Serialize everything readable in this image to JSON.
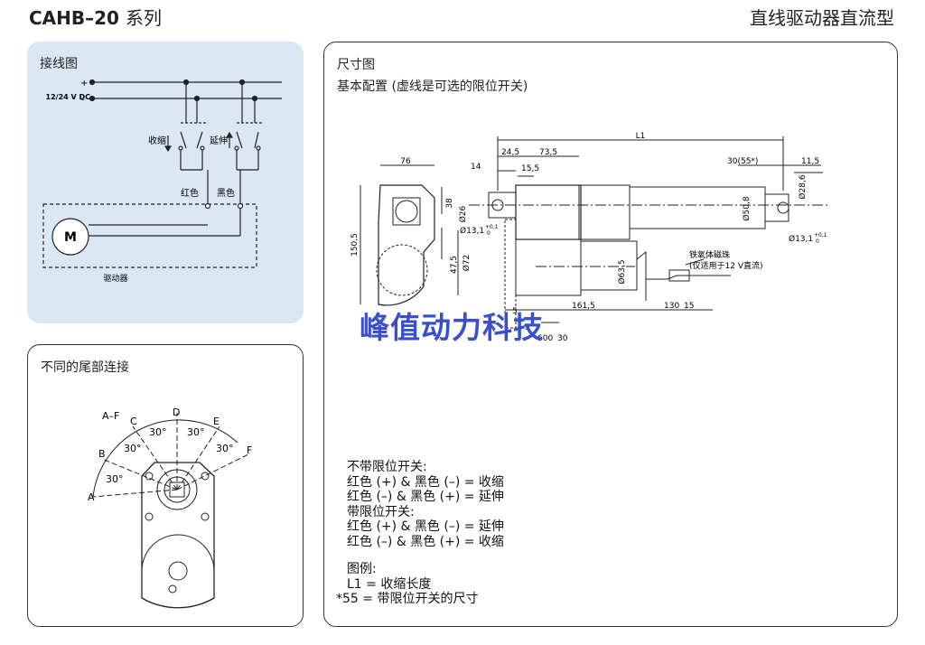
{
  "header": {
    "model": "CAHB–20",
    "series_label": "系列",
    "product_type": "直线驱动器直流型"
  },
  "wiring": {
    "title": "接线图",
    "supply_label": "12/24 V DC",
    "plus": "+",
    "minus": "–",
    "retract": "收缩",
    "extend": "延伸",
    "red": "红色",
    "black": "黑色",
    "motor": "M",
    "drive_label": "驱动器"
  },
  "tail": {
    "title": "不同的尾部连接",
    "af_label": "A–F",
    "letters": [
      "A",
      "B",
      "C",
      "D",
      "E",
      "F"
    ],
    "angle": "30°"
  },
  "dimension": {
    "title": "尺寸图",
    "subtitle": "基本配置 (虚线是可选的限位开关)",
    "dims": {
      "L1": "L1",
      "d76": "76",
      "d24_5": "24,5",
      "d73_5": "73,5",
      "d14": "14",
      "d15_5": "15,5",
      "d30_55": "30(55*)",
      "d11_5": "11,5",
      "d38": "38",
      "d26": "Ø26",
      "d13_1": "Ø13,1",
      "tol": "+0,1",
      "tol0": "0",
      "d150_5": "150,5",
      "d47_5": "47,5",
      "d72": "Ø72",
      "d50_8": "Ø50,8",
      "d28_6": "Ø28,6",
      "d63_5": "Ø63,5",
      "d161_5": "161,5",
      "d130": "130",
      "d15": "15",
      "d600": "600",
      "d30": "30",
      "d_5": "5",
      "d_5b": "5"
    },
    "ferrite": "铁氧体磁珠",
    "ferrite_note": "(仅适用于12 V直流)",
    "watermark": "峰值动力科技"
  },
  "notes": {
    "no_limit_title": "不带限位开关:",
    "no_limit_1": "红色 (+) & 黑色 (–) = 收缩",
    "no_limit_2": "红色 (–) & 黑色 (+) = 延伸",
    "limit_title": "带限位开关:",
    "limit_1": "红色 (+) & 黑色 (–) = 延伸",
    "limit_2": "红色 (–) & 黑色 (+) = 收缩",
    "legend_title": "图例:",
    "legend_1": "L1 = 收缩长度",
    "legend_2": "*55 = 带限位开关的尺寸"
  }
}
